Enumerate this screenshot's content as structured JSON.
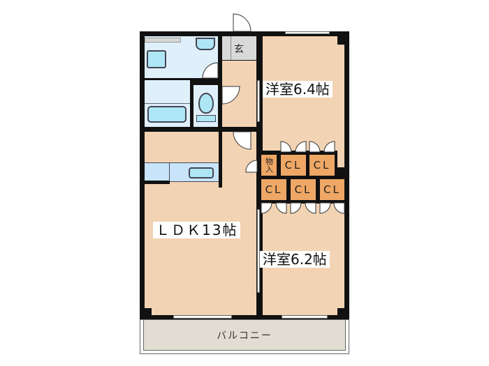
{
  "floor_plan": {
    "rooms": {
      "western_room_1": {
        "label": "洋室6.4帖",
        "size_jo": 6.4
      },
      "western_room_2": {
        "label": "洋室6.2帖",
        "size_jo": 6.2
      },
      "ldk": {
        "label": "ＬＤＫ13帖",
        "size_jo": 13
      },
      "entrance": {
        "label": "玄"
      },
      "storage": {
        "label": "物入"
      },
      "balcony": {
        "label": "バルコニー"
      }
    },
    "closets": [
      {
        "label": "CL"
      },
      {
        "label": "CL"
      },
      {
        "label": "CL"
      },
      {
        "label": "CL"
      },
      {
        "label": "CL"
      }
    ],
    "colors": {
      "room_fill": "#f2d3b3",
      "wet_area_fill": "#dff0fb",
      "closet_fill": "#eea765",
      "entrance_fill": "#d9d9d9",
      "balcony_fill": "#e2ddd3",
      "wall": "#111111",
      "fixture_fill": "#aee6f5"
    }
  }
}
